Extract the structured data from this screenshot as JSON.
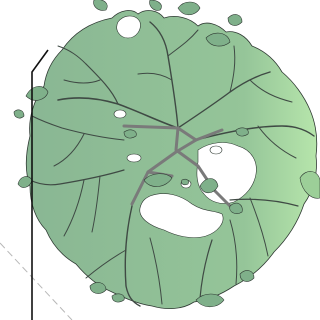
{
  "colors": {
    "canopy_fill_start": "#7fb08a",
    "canopy_fill_end": "#a8dba0",
    "outline": "#2f3a33",
    "branch": "#3f4a44",
    "trunk": "#7a7a7a",
    "boundary_line": "#111111",
    "dashed_line": "#b8b8b8",
    "background": "#ffffff"
  },
  "features": {
    "canopy": "tree-canopy",
    "trunk": "tree-trunk-structure",
    "boundary": "parcel-boundary-line",
    "dashed": "dashed-guide-line"
  }
}
